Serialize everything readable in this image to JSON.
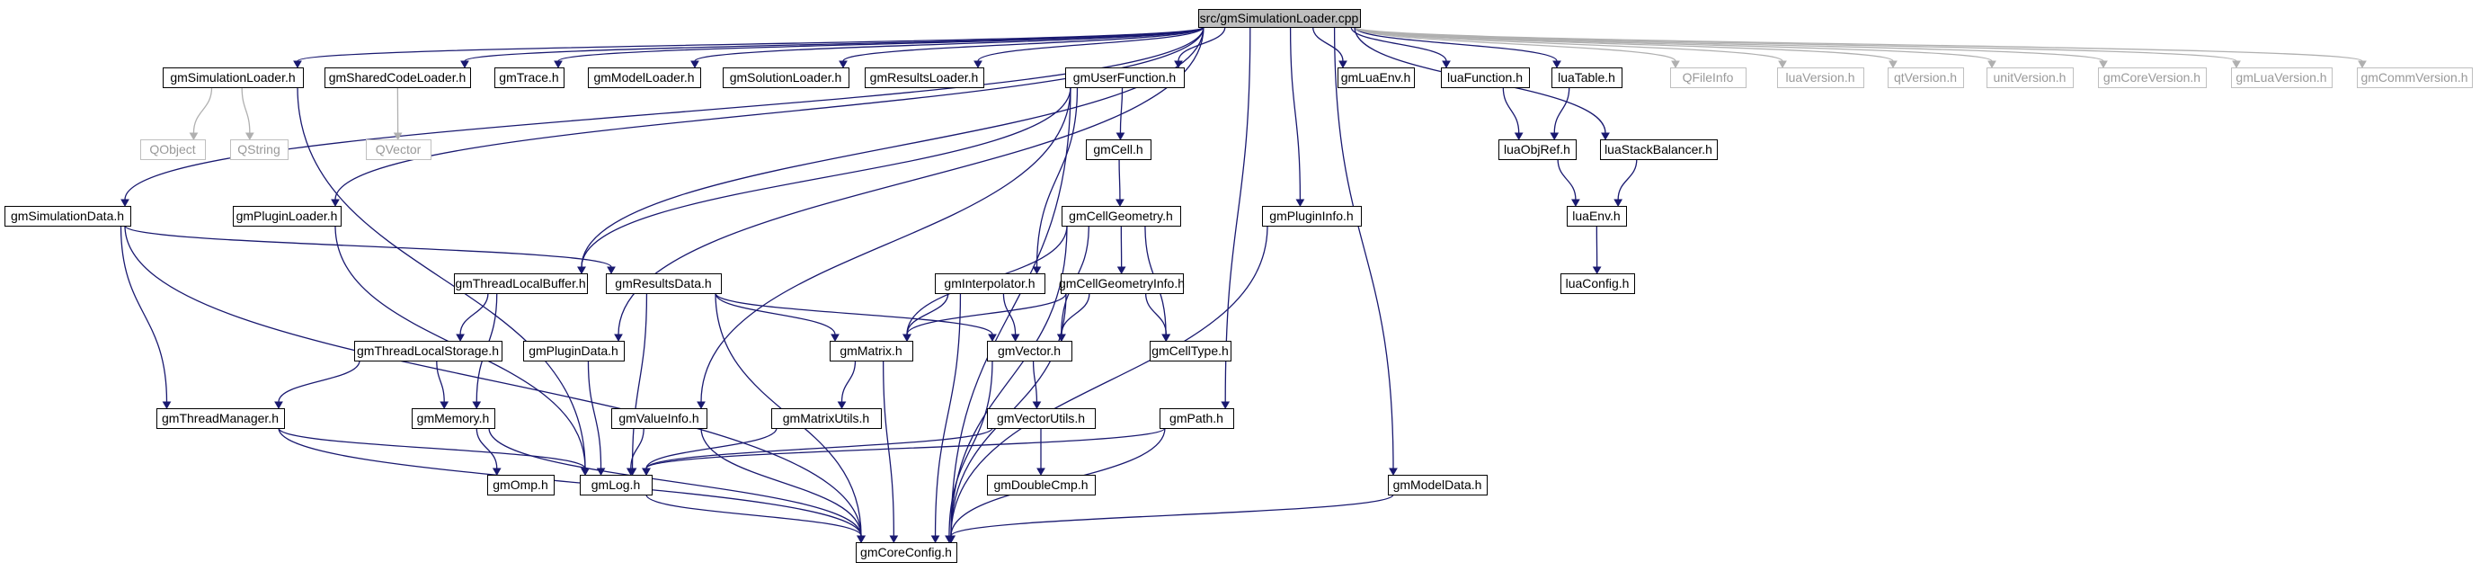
{
  "diagram": {
    "colors": {
      "edge": "#191970",
      "ext_edge": "#b0b0b0",
      "root_fill": "#bfbfbf",
      "highlight": "#ff0000",
      "ext_text": "#999999"
    },
    "nodes": [
      {
        "id": "root",
        "label": "src/gmSimulationLoader.cpp",
        "kind": "root"
      },
      {
        "id": "simLoader",
        "label": "gmSimulationLoader.h",
        "kind": "normal"
      },
      {
        "id": "sharedCode",
        "label": "gmSharedCodeLoader.h",
        "kind": "normal"
      },
      {
        "id": "trace",
        "label": "gmTrace.h",
        "kind": "normal"
      },
      {
        "id": "modelLoader",
        "label": "gmModelLoader.h",
        "kind": "normal"
      },
      {
        "id": "solutionLoader",
        "label": "gmSolutionLoader.h",
        "kind": "normal"
      },
      {
        "id": "resultsLoader",
        "label": "gmResultsLoader.h",
        "kind": "normal"
      },
      {
        "id": "userFunction",
        "label": "gmUserFunction.h",
        "kind": "normal"
      },
      {
        "id": "luaEnvGm",
        "label": "gmLuaEnv.h",
        "kind": "normal"
      },
      {
        "id": "luaFunction",
        "label": "luaFunction.h",
        "kind": "normal"
      },
      {
        "id": "luaTable",
        "label": "luaTable.h",
        "kind": "normal"
      },
      {
        "id": "qFileInfo",
        "label": "QFileInfo",
        "kind": "ext"
      },
      {
        "id": "luaVersion",
        "label": "luaVersion.h",
        "kind": "ext"
      },
      {
        "id": "qtVersion",
        "label": "qtVersion.h",
        "kind": "ext"
      },
      {
        "id": "unitVersion",
        "label": "unitVersion.h",
        "kind": "ext"
      },
      {
        "id": "gmCoreVersion",
        "label": "gmCoreVersion.h",
        "kind": "ext"
      },
      {
        "id": "gmLuaVersion",
        "label": "gmLuaVersion.h",
        "kind": "ext"
      },
      {
        "id": "gmCommVersion",
        "label": "gmCommVersion.h",
        "kind": "ext"
      },
      {
        "id": "qObject",
        "label": "QObject",
        "kind": "ext"
      },
      {
        "id": "qString",
        "label": "QString",
        "kind": "ext"
      },
      {
        "id": "qVector",
        "label": "QVector",
        "kind": "ext"
      },
      {
        "id": "cell",
        "label": "gmCell.h",
        "kind": "normal"
      },
      {
        "id": "luaObjRef",
        "label": "luaObjRef.h",
        "kind": "normal"
      },
      {
        "id": "luaStackBalancer",
        "label": "luaStackBalancer.h",
        "kind": "normal"
      },
      {
        "id": "simData",
        "label": "gmSimulationData.h",
        "kind": "normal"
      },
      {
        "id": "pluginLoader",
        "label": "gmPluginLoader.h",
        "kind": "normal"
      },
      {
        "id": "cellGeometry",
        "label": "gmCellGeometry.h",
        "kind": "normal"
      },
      {
        "id": "pluginInfo",
        "label": "gmPluginInfo.h",
        "kind": "normal"
      },
      {
        "id": "luaEnv",
        "label": "luaEnv.h",
        "kind": "normal"
      },
      {
        "id": "threadLocalBuffer",
        "label": "gmThreadLocalBuffer.h",
        "kind": "normal"
      },
      {
        "id": "resultsData",
        "label": "gmResultsData.h",
        "kind": "normal"
      },
      {
        "id": "interpolator",
        "label": "gmInterpolator.h",
        "kind": "normal"
      },
      {
        "id": "cellGeometryInfo",
        "label": "gmCellGeometryInfo.h",
        "kind": "highlight"
      },
      {
        "id": "luaConfig",
        "label": "luaConfig.h",
        "kind": "normal"
      },
      {
        "id": "threadLocalStorage",
        "label": "gmThreadLocalStorage.h",
        "kind": "normal"
      },
      {
        "id": "pluginData",
        "label": "gmPluginData.h",
        "kind": "normal"
      },
      {
        "id": "matrix",
        "label": "gmMatrix.h",
        "kind": "normal"
      },
      {
        "id": "vector",
        "label": "gmVector.h",
        "kind": "normal"
      },
      {
        "id": "cellType",
        "label": "gmCellType.h",
        "kind": "normal"
      },
      {
        "id": "threadManager",
        "label": "gmThreadManager.h",
        "kind": "normal"
      },
      {
        "id": "memory",
        "label": "gmMemory.h",
        "kind": "normal"
      },
      {
        "id": "valueInfo",
        "label": "gmValueInfo.h",
        "kind": "normal"
      },
      {
        "id": "matrixUtils",
        "label": "gmMatrixUtils.h",
        "kind": "normal"
      },
      {
        "id": "vectorUtils",
        "label": "gmVectorUtils.h",
        "kind": "normal"
      },
      {
        "id": "path",
        "label": "gmPath.h",
        "kind": "normal"
      },
      {
        "id": "omp",
        "label": "gmOmp.h",
        "kind": "normal"
      },
      {
        "id": "log",
        "label": "gmLog.h",
        "kind": "normal"
      },
      {
        "id": "doubleCmp",
        "label": "gmDoubleCmp.h",
        "kind": "normal"
      },
      {
        "id": "modelData",
        "label": "gmModelData.h",
        "kind": "normal"
      },
      {
        "id": "coreConfig",
        "label": "gmCoreConfig.h",
        "kind": "normal"
      }
    ],
    "edges": [
      [
        "root",
        "simLoader"
      ],
      [
        "root",
        "sharedCode"
      ],
      [
        "root",
        "trace"
      ],
      [
        "root",
        "modelLoader"
      ],
      [
        "root",
        "solutionLoader"
      ],
      [
        "root",
        "resultsLoader"
      ],
      [
        "root",
        "userFunction"
      ],
      [
        "root",
        "luaEnvGm"
      ],
      [
        "root",
        "luaFunction"
      ],
      [
        "root",
        "luaTable"
      ],
      [
        "root",
        "qFileInfo"
      ],
      [
        "root",
        "luaVersion"
      ],
      [
        "root",
        "qtVersion"
      ],
      [
        "root",
        "unitVersion"
      ],
      [
        "root",
        "gmCoreVersion"
      ],
      [
        "root",
        "gmLuaVersion"
      ],
      [
        "root",
        "gmCommVersion"
      ],
      [
        "root",
        "simData"
      ],
      [
        "root",
        "pluginLoader"
      ],
      [
        "root",
        "pluginInfo"
      ],
      [
        "root",
        "luaStackBalancer"
      ],
      [
        "root",
        "path"
      ],
      [
        "root",
        "modelData"
      ],
      [
        "root",
        "pluginData"
      ],
      [
        "root",
        "threadLocalBuffer"
      ],
      [
        "simLoader",
        "qObject"
      ],
      [
        "simLoader",
        "qString"
      ],
      [
        "simLoader",
        "log"
      ],
      [
        "sharedCode",
        "qVector"
      ],
      [
        "userFunction",
        "cell"
      ],
      [
        "userFunction",
        "interpolator"
      ],
      [
        "userFunction",
        "valueInfo"
      ],
      [
        "userFunction",
        "coreConfig"
      ],
      [
        "userFunction",
        "threadLocalBuffer"
      ],
      [
        "cell",
        "cellGeometry"
      ],
      [
        "cellGeometry",
        "cellGeometryInfo"
      ],
      [
        "cellGeometry",
        "matrix"
      ],
      [
        "cellGeometry",
        "vector"
      ],
      [
        "cellGeometry",
        "cellType"
      ],
      [
        "cellGeometry",
        "coreConfig"
      ],
      [
        "cellGeometryInfo",
        "matrix"
      ],
      [
        "cellGeometryInfo",
        "vector"
      ],
      [
        "cellGeometryInfo",
        "cellType"
      ],
      [
        "cellGeometryInfo",
        "coreConfig"
      ],
      [
        "interpolator",
        "matrix"
      ],
      [
        "interpolator",
        "vector"
      ],
      [
        "interpolator",
        "coreConfig"
      ],
      [
        "luaFunction",
        "luaObjRef"
      ],
      [
        "luaTable",
        "luaObjRef"
      ],
      [
        "luaObjRef",
        "luaEnv"
      ],
      [
        "luaStackBalancer",
        "luaEnv"
      ],
      [
        "luaEnv",
        "luaConfig"
      ],
      [
        "simData",
        "resultsData"
      ],
      [
        "simData",
        "threadManager"
      ],
      [
        "simData",
        "coreConfig"
      ],
      [
        "pluginLoader",
        "log"
      ],
      [
        "threadLocalBuffer",
        "threadLocalStorage"
      ],
      [
        "threadLocalBuffer",
        "memory"
      ],
      [
        "threadLocalStorage",
        "threadManager"
      ],
      [
        "threadLocalStorage",
        "memory"
      ],
      [
        "resultsData",
        "matrix"
      ],
      [
        "resultsData",
        "vector"
      ],
      [
        "resultsData",
        "log"
      ],
      [
        "resultsData",
        "coreConfig"
      ],
      [
        "pluginData",
        "log"
      ],
      [
        "matrix",
        "matrixUtils"
      ],
      [
        "matrix",
        "coreConfig"
      ],
      [
        "vector",
        "vectorUtils"
      ],
      [
        "vector",
        "coreConfig"
      ],
      [
        "matrixUtils",
        "log"
      ],
      [
        "vectorUtils",
        "log"
      ],
      [
        "vectorUtils",
        "doubleCmp"
      ],
      [
        "threadManager",
        "log"
      ],
      [
        "threadManager",
        "coreConfig"
      ],
      [
        "memory",
        "omp"
      ],
      [
        "memory",
        "coreConfig"
      ],
      [
        "valueInfo",
        "log"
      ],
      [
        "valueInfo",
        "coreConfig"
      ],
      [
        "path",
        "log"
      ],
      [
        "path",
        "coreConfig"
      ],
      [
        "log",
        "coreConfig"
      ],
      [
        "pluginInfo",
        "coreConfig"
      ],
      [
        "modelData",
        "coreConfig"
      ]
    ]
  }
}
